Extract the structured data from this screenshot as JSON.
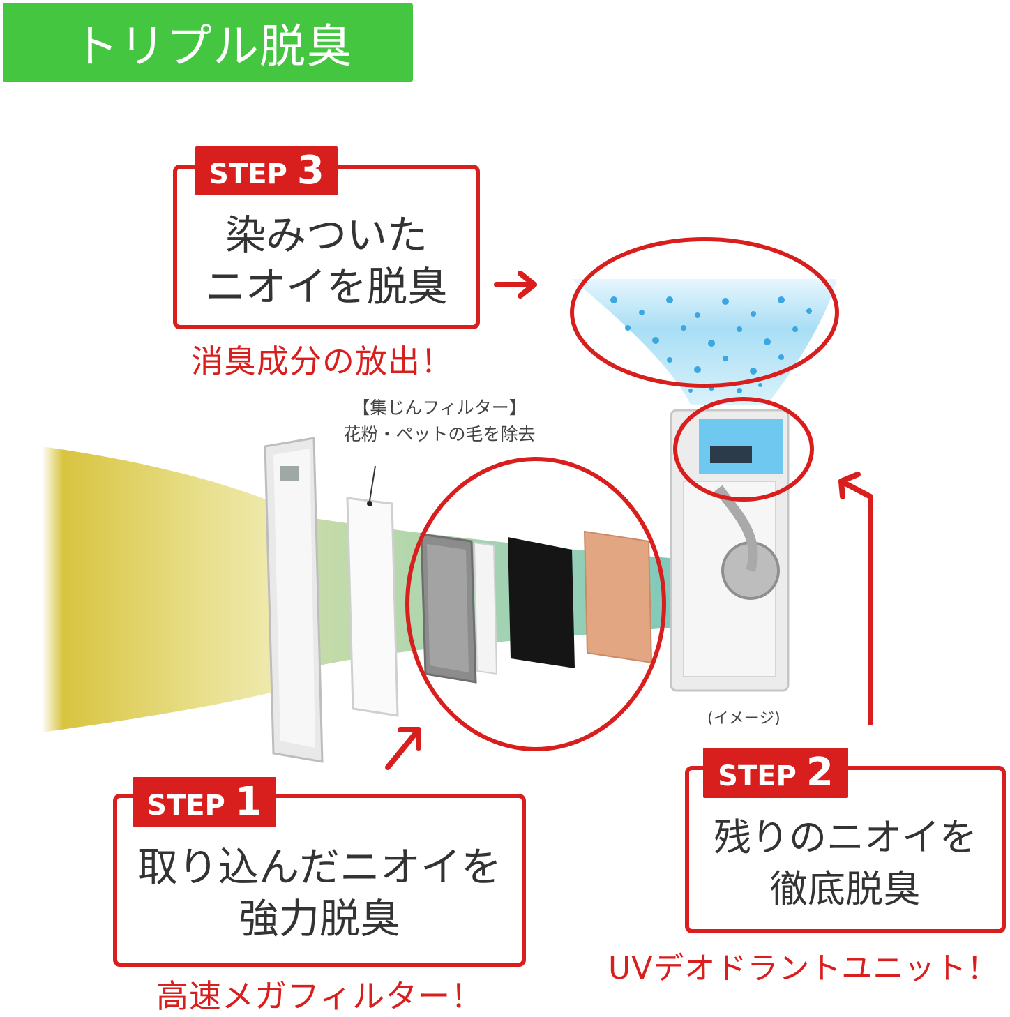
{
  "header": {
    "title": "トリプル脱臭"
  },
  "step3": {
    "tag_word": "STEP",
    "tag_number": "3",
    "line1": "染みついた",
    "line2": "ニオイを脱臭",
    "caption": "消臭成分の放出！"
  },
  "step1": {
    "tag_word": "STEP",
    "tag_number": "1",
    "line1": "取り込んだニオイを",
    "line2": "強力脱臭",
    "caption": "高速メガフィルター！"
  },
  "step2": {
    "tag_word": "STEP",
    "tag_number": "2",
    "line1": "残りのニオイを",
    "line2": "徹底脱臭",
    "caption": "UVデオドラントユニット！"
  },
  "filter_note": {
    "line1": "【集じんフィルター】",
    "line2": "花粉・ペットの毛を除去"
  },
  "image_note": "(イメージ)",
  "colors": {
    "header_green": "#45c640",
    "accent_red": "#d91e1e",
    "body_text": "#333333"
  }
}
